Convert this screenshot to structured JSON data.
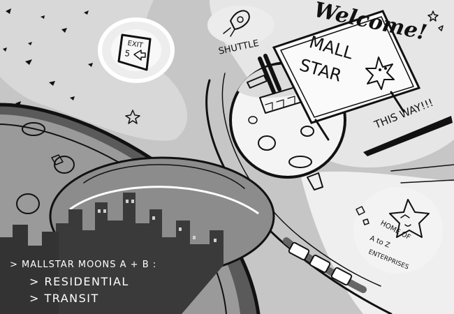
{
  "signs": {
    "welcome": "Welcome!",
    "mall_line1": "MALL",
    "mall_line2": "STAR",
    "direction": "THIS WAY!!!",
    "shuttle": "SHUTTLE",
    "exit_line1": "EXIT",
    "exit_line2": "5",
    "home_line1": "HOME OF",
    "home_line2": "A to Z",
    "home_line3": "ENTERPRISES"
  },
  "caption": {
    "line1": "> MALLSTAR MOONS A + B :",
    "line2": "> RESIDENTIAL",
    "line3": "> TRANSIT"
  },
  "colors": {
    "background": "#c9c9c9",
    "ink": "#111111",
    "city_silhouette": "#333333",
    "dome": "#8c8c8c"
  }
}
